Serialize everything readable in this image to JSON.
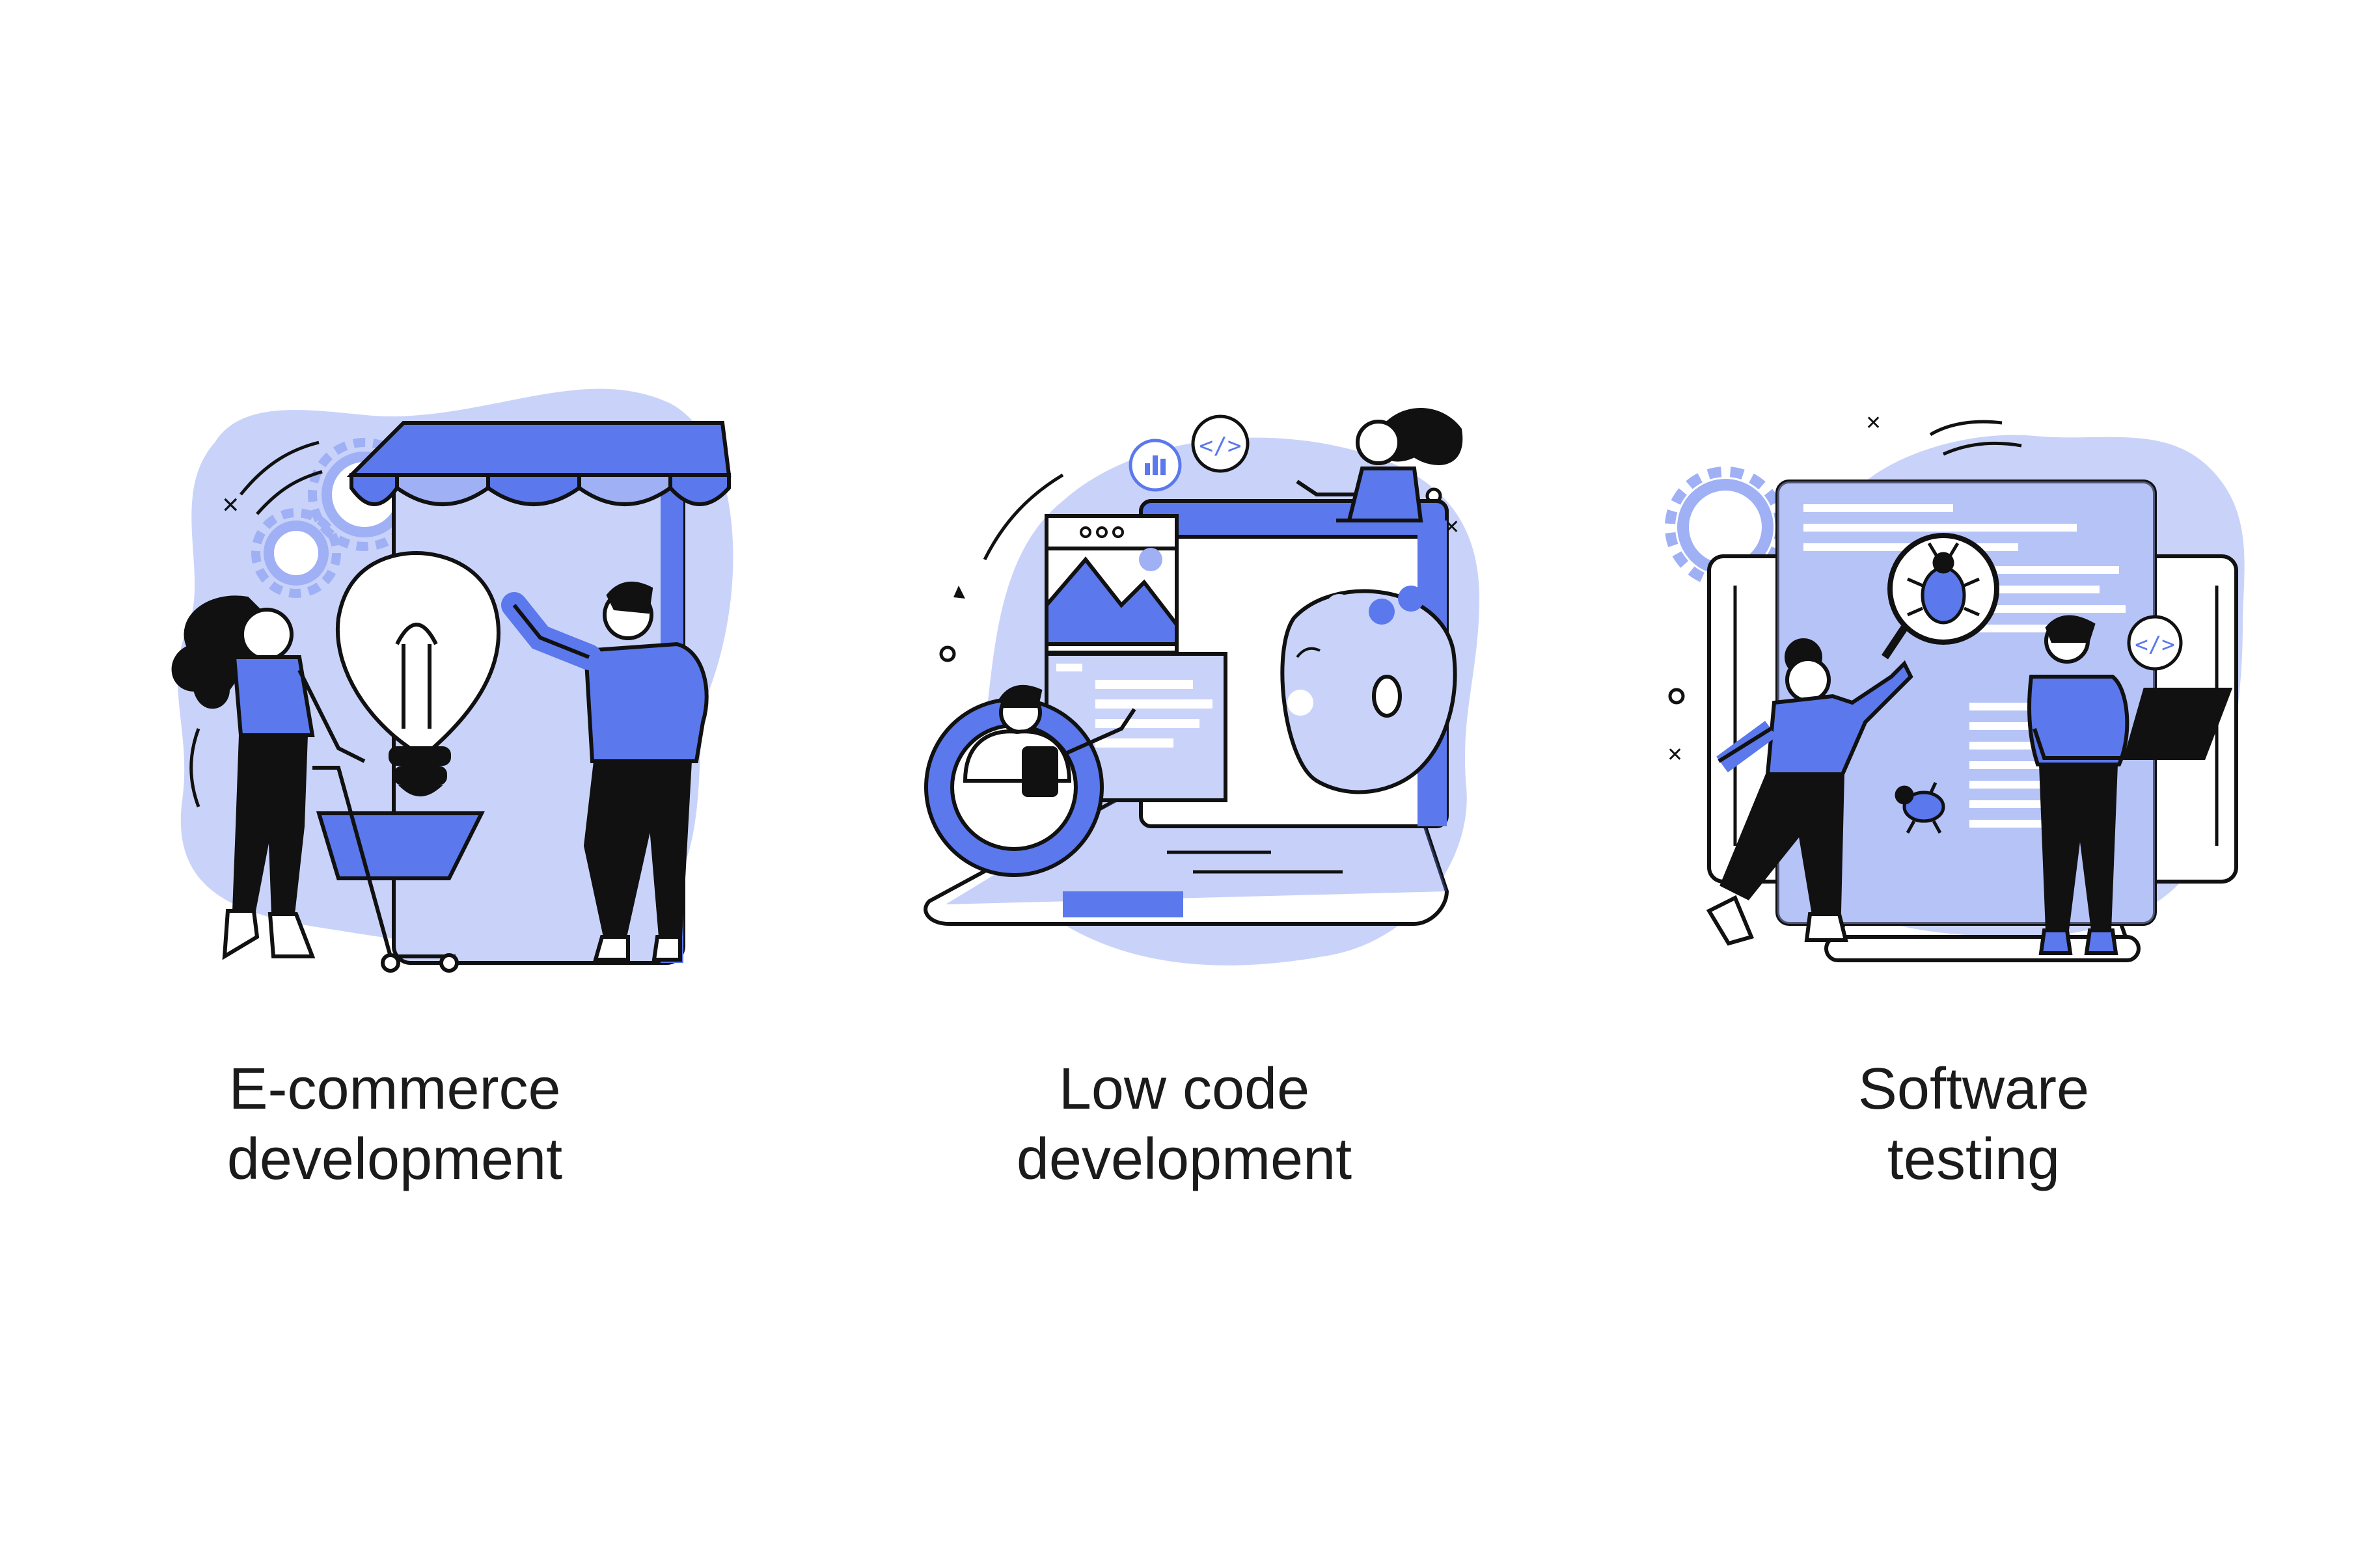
{
  "colors": {
    "accent": "#5b78ec",
    "accent_light": "#c9d3fa",
    "accent_mid": "#9fb0f5",
    "ink": "#111111",
    "background": "#ffffff"
  },
  "panels": [
    {
      "line1": "E-commerce",
      "line2": "development",
      "icons": [
        "shop-awning-icon",
        "light-bulb-icon",
        "shopping-cart-icon",
        "gear-icon"
      ]
    },
    {
      "line1": "Low code",
      "line2": "development",
      "icons": [
        "laptop-icon",
        "code-tag-icon",
        "chart-icon",
        "color-palette-icon",
        "gear-icon"
      ],
      "code_tag": "</>"
    },
    {
      "line1": "Software",
      "line2": "testing",
      "icons": [
        "monitor-icon",
        "magnifier-icon",
        "bug-icon",
        "laptop-icon",
        "gear-icon"
      ],
      "code_tag": "</>"
    }
  ]
}
